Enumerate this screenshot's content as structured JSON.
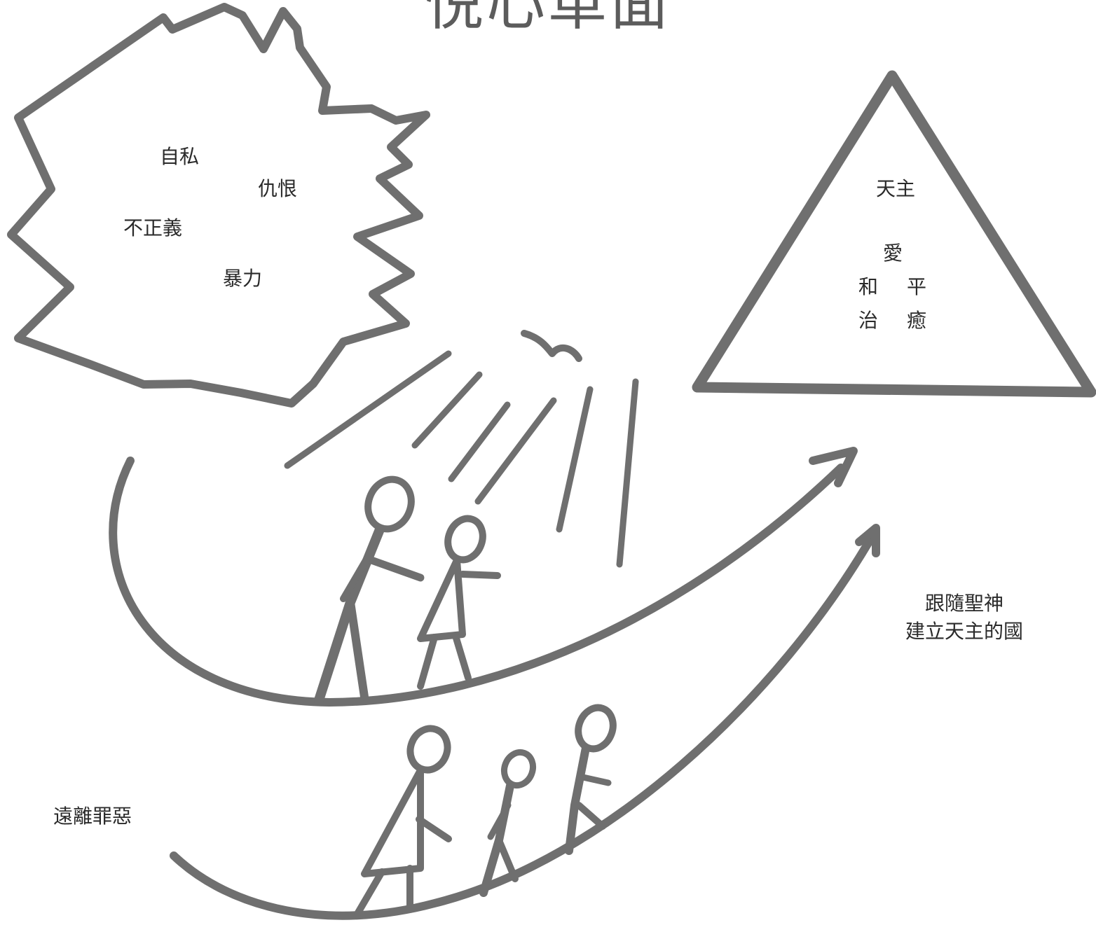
{
  "diagram": {
    "title": "悦心革面",
    "sin_cloud": {
      "words": [
        "自私",
        "仇恨",
        "不正義",
        "暴力"
      ]
    },
    "god_triangle": {
      "top": "天主",
      "words": [
        "愛",
        "和",
        "平",
        "治",
        "癒"
      ]
    },
    "caption_right": [
      "跟隨聖神",
      "建立天主的國"
    ],
    "caption_left": "遠離罪惡",
    "icons": [
      "dove-icon",
      "light-rays-icon",
      "upper-path-arrow-icon",
      "lower-path-arrow-icon",
      "walking-people-icon"
    ],
    "colors": {
      "stroke": "#6f6f6f",
      "text": "#2a2a2a",
      "background": "#ffffff"
    }
  }
}
